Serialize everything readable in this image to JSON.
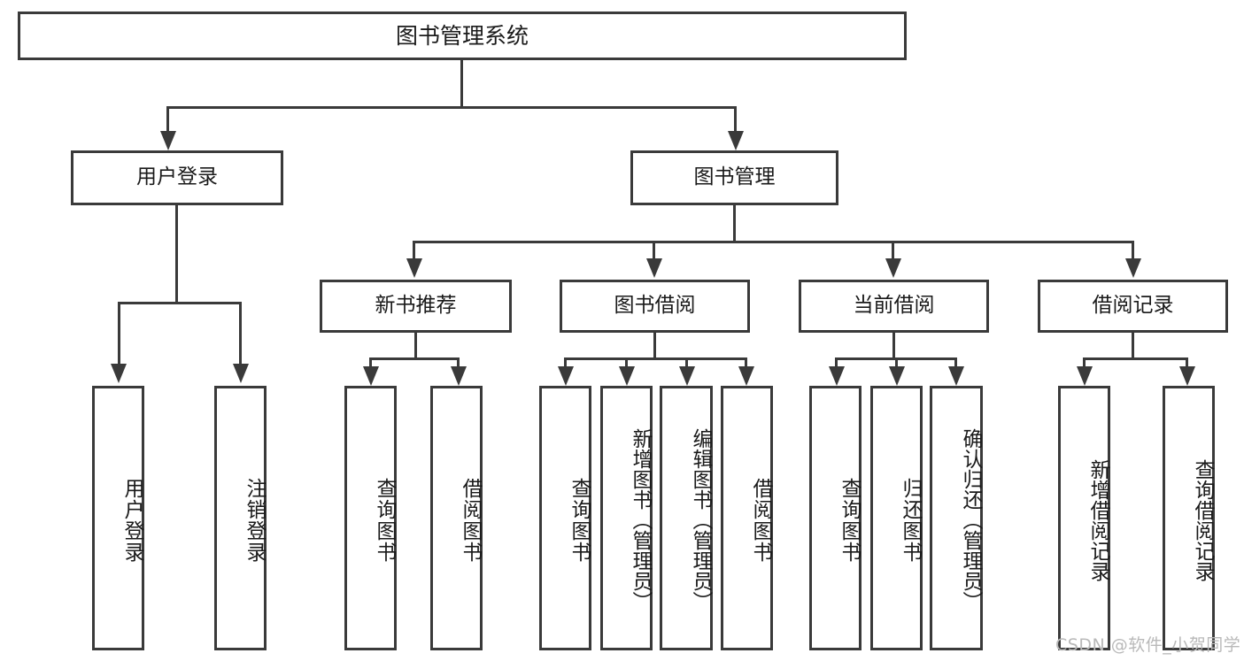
{
  "diagram": {
    "title": "图书管理系统",
    "type": "hierarchy-tree",
    "watermark": "CSDN @软件_小贺同学",
    "colors": {
      "box_border": "#3a3a3a",
      "box_fill": "#ffffff",
      "connector": "#3a3a3a",
      "text": "#1a1a1a",
      "watermark": "#b9b9b9",
      "background": "#ffffff"
    },
    "root": {
      "label": "图书管理系统"
    },
    "level2": [
      {
        "label": "用户登录"
      },
      {
        "label": "图书管理"
      }
    ],
    "level3": [
      {
        "label": "新书推荐"
      },
      {
        "label": "图书借阅"
      },
      {
        "label": "当前借阅"
      },
      {
        "label": "借阅记录"
      }
    ],
    "leaves": {
      "user_login": [
        {
          "label": "用户登录"
        },
        {
          "label": "注销登录"
        }
      ],
      "new_book_recommend": [
        {
          "label": "查询图书"
        },
        {
          "label": "借阅图书"
        }
      ],
      "book_borrow": [
        {
          "label": "查询图书"
        },
        {
          "label": "新增图书（管理员）"
        },
        {
          "label": "编辑图书（管理员）"
        },
        {
          "label": "借阅图书"
        }
      ],
      "current_borrow": [
        {
          "label": "查询图书"
        },
        {
          "label": "归还图书"
        },
        {
          "label": "确认归还（管理员）"
        }
      ],
      "borrow_record": [
        {
          "label": "新增借阅记录"
        },
        {
          "label": "查询借阅记录"
        }
      ]
    }
  }
}
